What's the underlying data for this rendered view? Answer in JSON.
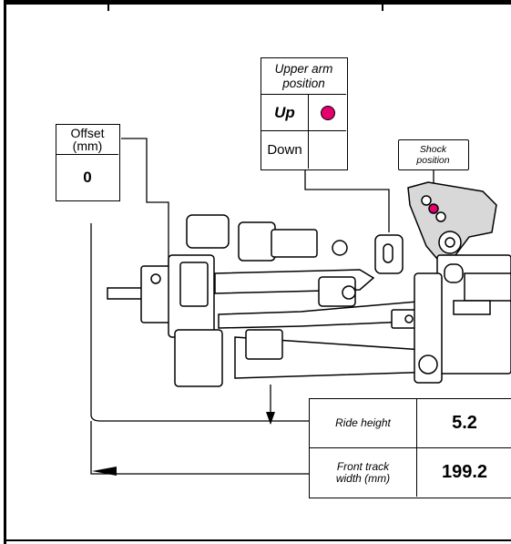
{
  "offset": {
    "label": "Offset",
    "unit": "(mm)",
    "value": "0"
  },
  "upper_arm": {
    "label_line1": "Upper arm",
    "label_line2": "position",
    "options": [
      {
        "label": "Up",
        "selected": true
      },
      {
        "label": "Down",
        "selected": false
      }
    ]
  },
  "shock": {
    "label_line1": "Shock",
    "label_line2": "position"
  },
  "specs": {
    "ride_height_label": "Ride height",
    "ride_height_value": "5.2",
    "track_width_label_line1": "Front track",
    "track_width_label_line2": "width (mm)",
    "track_width_value": "199.2"
  },
  "colors": {
    "marker": "#e5006e",
    "line": "#000000"
  }
}
